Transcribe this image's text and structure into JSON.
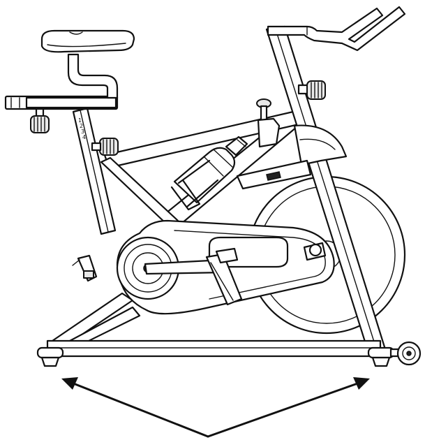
{
  "diagram": {
    "subject": "exercise-bike-line-drawing",
    "seat_post_marks": [
      "1",
      "2",
      "3",
      "4"
    ],
    "colors": {
      "line": "#111111",
      "background": "#ffffff",
      "shade": "#e9e9e9"
    }
  }
}
